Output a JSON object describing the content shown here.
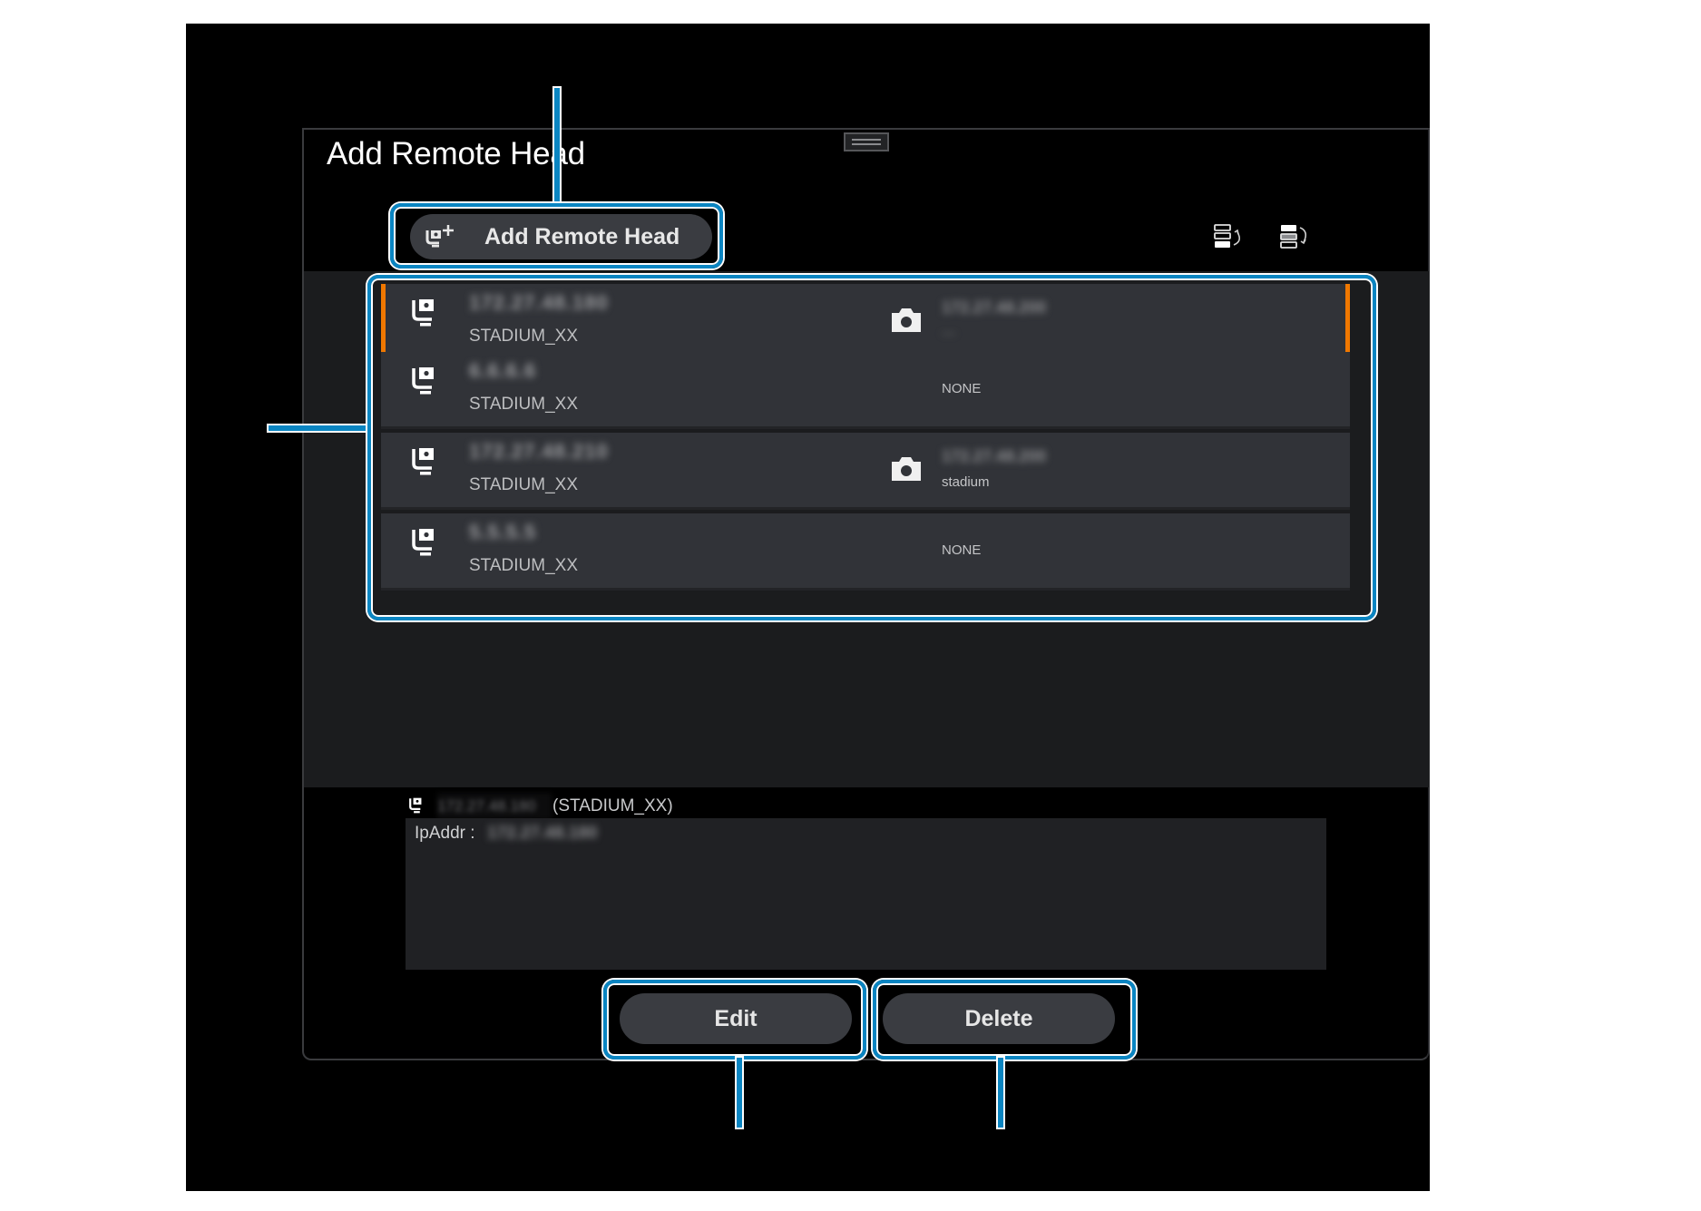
{
  "dialog": {
    "title": "Add Remote Head",
    "add_button_label": "Add Remote Head",
    "sort_up_icon": "move-up-icon",
    "sort_down_icon": "move-down-icon"
  },
  "list": {
    "rows": [
      {
        "ip": "172.27.48.180",
        "group": "STADIUM_XX",
        "camera": true,
        "camera_ip": "172.27.48.200",
        "camera_sub": "—",
        "camera_sub_blurred": true,
        "selected": true
      },
      {
        "ip": "6.6.6.6",
        "group": "STADIUM_XX",
        "camera": false,
        "camera_none": "NONE",
        "selected": false
      },
      {
        "ip": "172.27.48.210",
        "group": "STADIUM_XX",
        "camera": true,
        "camera_ip": "172.27.48.200",
        "camera_sub": "stadium",
        "selected": false
      },
      {
        "ip": "5.5.5.5",
        "group": "STADIUM_XX",
        "camera": false,
        "camera_none": "NONE",
        "selected": false
      }
    ]
  },
  "detail": {
    "ip": "172.27.48.180",
    "group": "(STADIUM_XX)",
    "field_label": "IpAddr :",
    "field_value": "172.27.48.180"
  },
  "buttons": {
    "edit": "Edit",
    "delete": "Delete"
  },
  "colors": {
    "callout": "#0a85c2",
    "selection": "#f07800",
    "row_bg": "#313338",
    "list_bg": "#1b1c1e",
    "button_bg": "#3a3c41"
  }
}
